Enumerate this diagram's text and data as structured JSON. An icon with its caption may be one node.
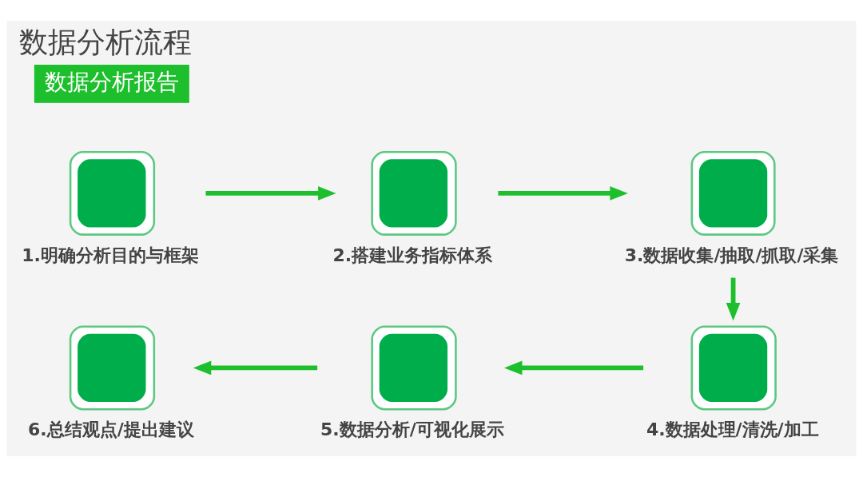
{
  "diagram": {
    "title": "数据分析流程",
    "nodes": [
      {
        "text": [
          "1.明确分析目的与框架"
        ]
      },
      {
        "text": [
          "2.搭建业务指标体系"
        ]
      },
      {
        "text": [
          "3.数据收集/抽取/抓取/采集"
        ]
      },
      {
        "text": [
          "数据分析报告"
        ]
      },
      {
        "text": [
          "4.数据处理/清洗/加工"
        ]
      },
      {
        "text": [
          "5.数据分析/可视化展示"
        ]
      },
      {
        "text": [
          "6.总结观点/提出建议"
        ]
      }
    ],
    "edges": [
      {
        "from": 0,
        "to": 1,
        "arrow": "to"
      },
      {
        "from": 1,
        "to": 2,
        "arrow": "to"
      },
      {
        "from": 2,
        "to": 4,
        "arrow": "to"
      },
      {
        "from": 4,
        "to": 5,
        "arrow": "to"
      },
      {
        "from": 5,
        "to": 6,
        "arrow": "to"
      }
    ]
  }
}
